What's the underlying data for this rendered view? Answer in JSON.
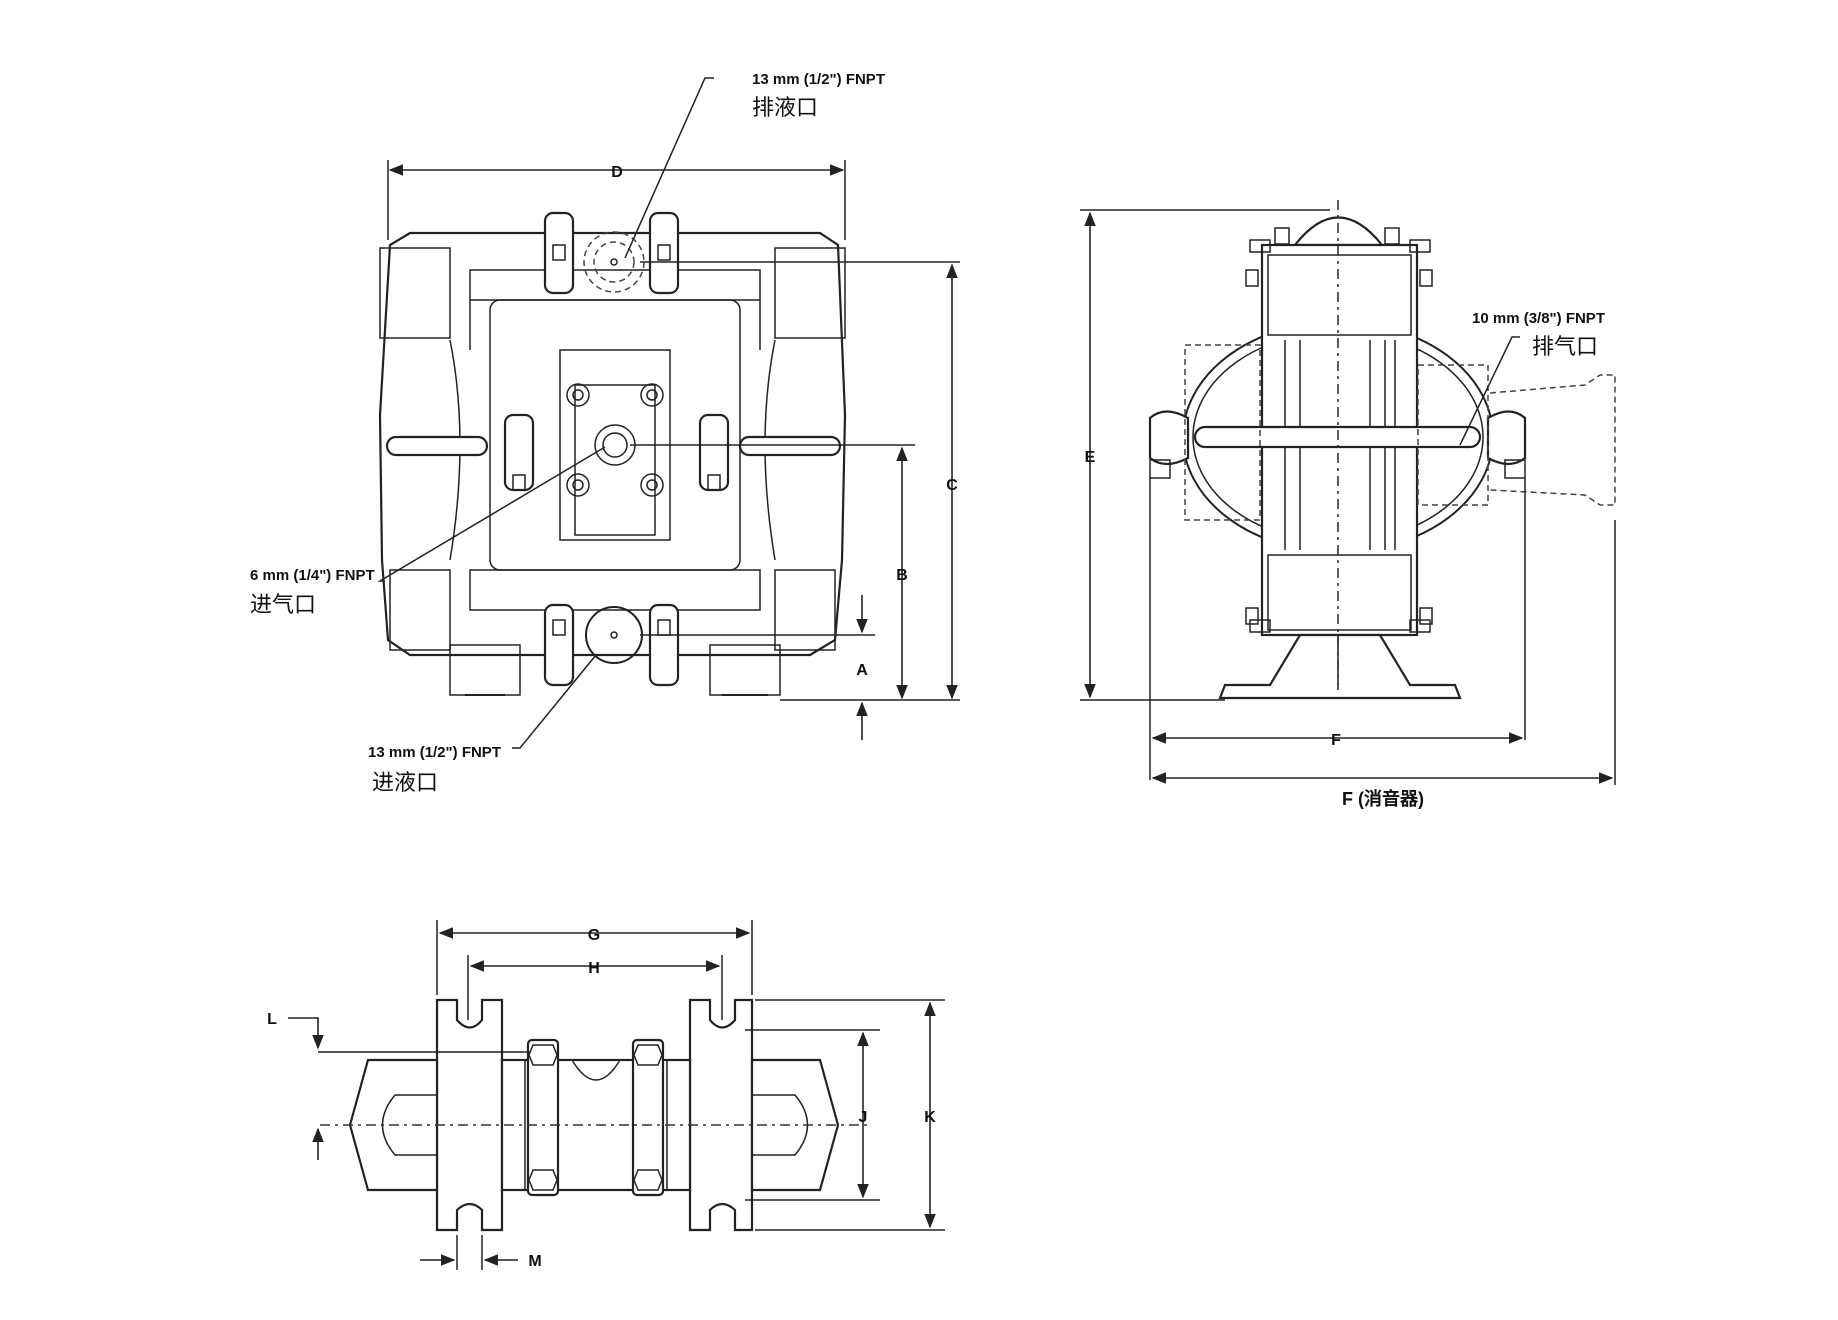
{
  "ports": {
    "discharge": {
      "size": "13 mm (1/2\") FNPT",
      "name": "排液口"
    },
    "air_inlet": {
      "size": "6 mm (1/4\") FNPT",
      "name": "进气口"
    },
    "fluid_inlet": {
      "size": "13 mm (1/2\") FNPT",
      "name": "进液口"
    },
    "air_exhaust": {
      "size": "10 mm (3/8\") FNPT",
      "name": "排气口"
    }
  },
  "dimensions": {
    "A": "A",
    "B": "B",
    "C": "C",
    "D": "D",
    "E": "E",
    "F": "F",
    "F_muffler": "F (消音器)",
    "G": "G",
    "H": "H",
    "J": "J",
    "K": "K",
    "L": "L",
    "M": "M"
  }
}
